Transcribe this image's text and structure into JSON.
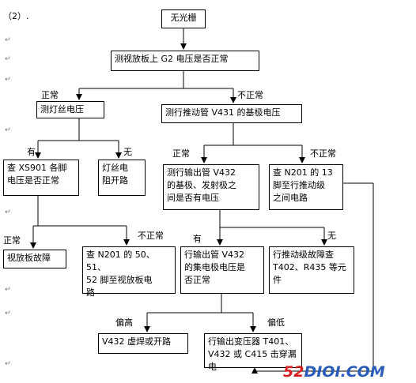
{
  "heading": "（2）.",
  "nodes": {
    "start": "无光栅",
    "g2": "测视放板上 G2 电压是否正常",
    "filament": "测灯丝电压",
    "drive_base": "测行推动管 V431 的基极电压",
    "xs901": "查 XS901 各脚\n电压是否正常",
    "filament_resistor": "灯丝电\n阻开路",
    "v432_base_emitter": "测行输出管  V432\n的基极、发射极之\n间是否有电压",
    "n201_13": "查 N201 的 13\n脚至行推动级\n之间电路",
    "video_fault": "视放板故障",
    "n201_50": "查 N201 的 50、51、\n52 脚至视放板电\n路",
    "v432_collector": "行输出管  V432\n的集电极电压是\n否正常",
    "drive_stage_fault": "行推动级故障查\nT402、R435 等元\n件",
    "v432_solder": "V432 虚焊或开路",
    "flyback": "行输出变压器 T401、\nV432 或 C415 击穿漏\n电"
  },
  "edge_labels": {
    "normal_left": "正常",
    "abnormal_right": "不正常",
    "yes_xs901": "有",
    "no_filament": "无",
    "normal_v432": "正常",
    "abnormal_n201": "不正常",
    "normal_video": "正常",
    "abnormal_n201_50": "不正常",
    "yes_collector": "有",
    "no_drive": "无",
    "high": "偏高",
    "low": "偏低"
  },
  "watermark": {
    "main": "52",
    "dom": "DIOI.COM"
  },
  "colors": {
    "line": "#000000",
    "watermark_red": "#d81e1e",
    "watermark_blue": "#2a5bb8"
  }
}
